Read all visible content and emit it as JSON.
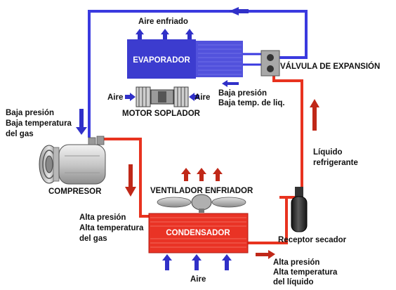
{
  "colors": {
    "low_pressure_line": "#3a3adf",
    "high_pressure_line": "#e8331f",
    "evaporator": "#3c3ccf",
    "condenser": "#e93325",
    "low_arrow": "#3030c8",
    "high_arrow": "#c02818"
  },
  "labels": {
    "evaporator": "EVAPORADOR",
    "condenser": "CONDENSADOR",
    "cooled_air": "Aire enfriado",
    "expansion_valve": "VÁLVULA DE EXPANSIÓN",
    "blower_motor": "MOTOR SOPLADOR",
    "air_left": "Aire",
    "air_right": "Aire",
    "low_pressure_liquid": [
      "Baja presión",
      "Baja temp. de liq."
    ],
    "low_pressure_gas": [
      "Baja presión",
      "Baja temperatura",
      "del gas"
    ],
    "compressor": "COMPRESOR",
    "liquid_refrigerant": [
      "Líquido",
      "refrigerante"
    ],
    "cooling_fan": "VENTILADOR ENFRIADOR",
    "high_pressure_gas": [
      "Alta presión",
      "Alta temperatura",
      "del gas"
    ],
    "receiver_dryer": "Receptor secador",
    "air_bottom": "Aire",
    "high_pressure_liquid": [
      "Alta presión",
      "Alta temperatura",
      "del líquido"
    ]
  }
}
